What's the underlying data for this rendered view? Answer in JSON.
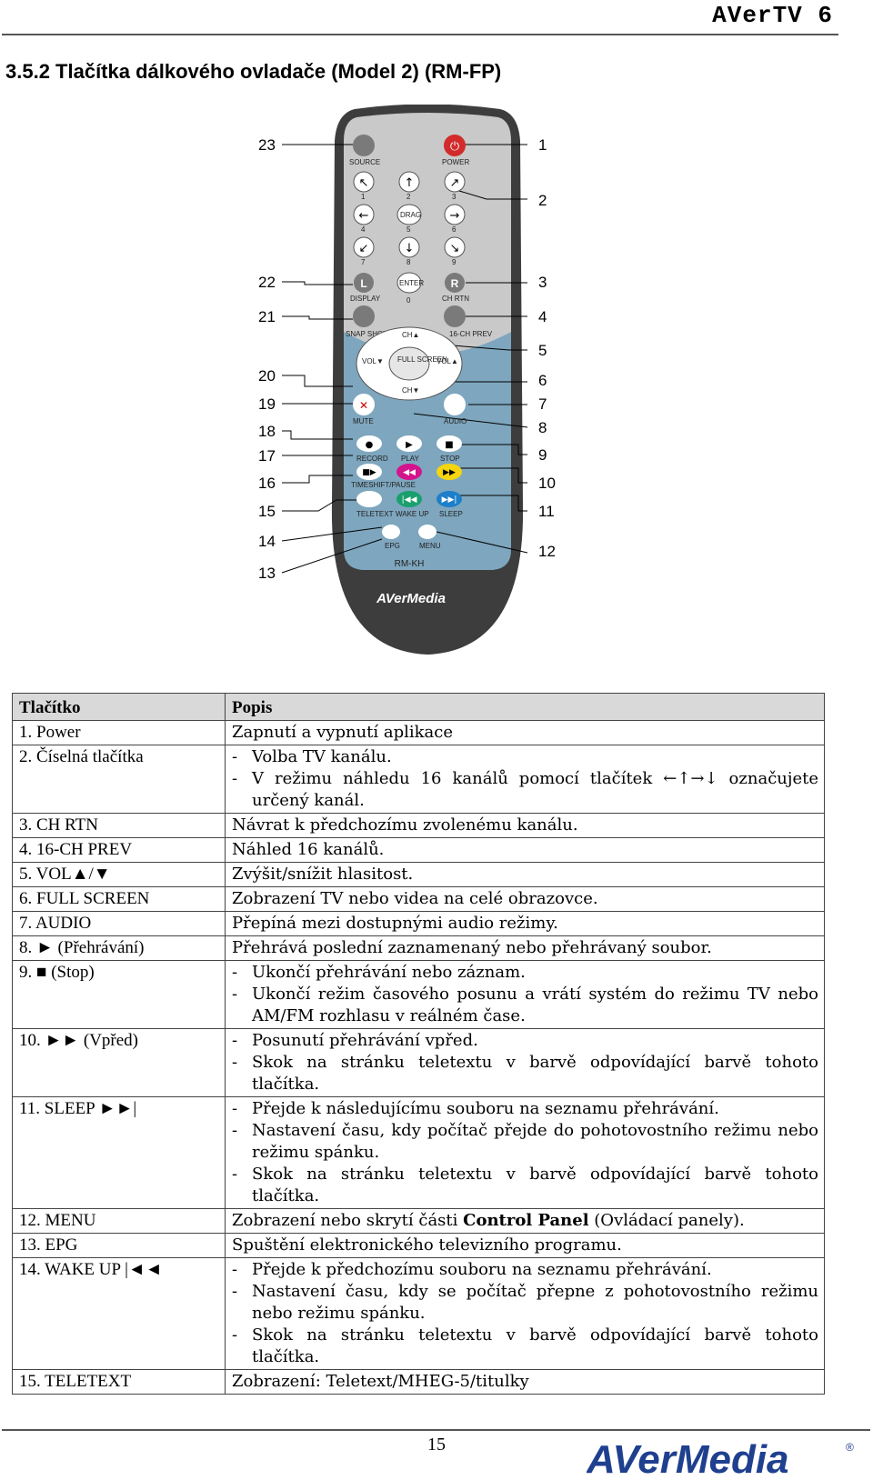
{
  "header": {
    "title": "AVerTV 6"
  },
  "section": {
    "title": "3.5.2  Tlačítka dálkového ovladače (Model 2) (RM-FP)"
  },
  "remote": {
    "model": "RM-KH",
    "brand": "AVerMedia",
    "left_callouts": [
      "23",
      "22",
      "21",
      "20",
      "19",
      "18",
      "17",
      "16",
      "15",
      "14",
      "13"
    ],
    "right_callouts": [
      "1",
      "2",
      "3",
      "4",
      "5",
      "6",
      "7",
      "8",
      "9",
      "10",
      "11",
      "12"
    ],
    "button_labels": {
      "source": "SOURCE",
      "power": "POWER",
      "drag": "DRAG",
      "enter": "ENTER",
      "display": "DISPLAY",
      "chrtn": "CH RTN",
      "snapshot": "SNAP SHOT",
      "prev": "16-CH PREV",
      "ch_up": "CH▲",
      "ch_down": "CH▼",
      "vol_down": "VOL▼",
      "vol_up": "VOL▲",
      "full_screen": "FULL SCREEN",
      "mute": "MUTE",
      "audio": "AUDIO",
      "record": "RECORD",
      "play": "PLAY",
      "stop": "STOP",
      "timeshift": "TIMESHIFT/PAUSE",
      "teletext": "TELETEXT",
      "wakeup": "WAKE UP",
      "sleep": "SLEEP",
      "epg": "EPG",
      "menu": "MENU",
      "l": "L",
      "r": "R",
      "zero": "0",
      "digits": [
        "1",
        "2",
        "3",
        "4",
        "5",
        "6",
        "7",
        "8",
        "9"
      ]
    }
  },
  "table": {
    "headers": [
      "Tlačítko",
      "Popis"
    ],
    "rows": [
      {
        "key": "1. Power",
        "lines": [
          "Zapnutí a vypnutí aplikace"
        ],
        "bullets": false
      },
      {
        "key": "2. Číselná tlačítka",
        "lines": [
          "Volba TV kanálu.",
          "V režimu náhledu 16 kanálů pomocí tlačítek ←↑→↓ označujete určený kanál."
        ],
        "bullets": true
      },
      {
        "key": "3. CH RTN",
        "lines": [
          "Návrat k předchozímu zvolenému kanálu."
        ],
        "bullets": false
      },
      {
        "key": "4. 16-CH PREV",
        "lines": [
          "Náhled 16 kanálů."
        ],
        "bullets": false
      },
      {
        "key": "5. VOL▲/▼",
        "lines": [
          "Zvýšit/snížit hlasitost."
        ],
        "bullets": false
      },
      {
        "key": "6. FULL SCREEN",
        "lines": [
          "Zobrazení TV nebo videa na celé obrazovce."
        ],
        "bullets": false
      },
      {
        "key": "7. AUDIO",
        "lines": [
          "Přepíná mezi dostupnými audio režimy."
        ],
        "bullets": false
      },
      {
        "key": "8. ► (Přehrávání)",
        "lines": [
          "Přehrává poslední zaznamenaný nebo přehrávaný soubor."
        ],
        "bullets": false
      },
      {
        "key": "9. ■ (Stop)",
        "lines": [
          "Ukončí přehrávání nebo záznam.",
          "Ukončí režim časového posunu a vrátí systém do režimu TV nebo AM/FM rozhlasu v reálném čase."
        ],
        "bullets": true
      },
      {
        "key": "10. ►► (Vpřed)",
        "lines": [
          "Posunutí přehrávání vpřed.",
          "Skok na stránku teletextu v barvě odpovídající barvě tohoto tlačítka."
        ],
        "bullets": true
      },
      {
        "key": "11. SLEEP ►►|",
        "lines": [
          "Přejde k následujícímu souboru na seznamu přehrávání.",
          "Nastavení času, kdy počítač přejde do pohotovostního režimu nebo režimu spánku.",
          "Skok na stránku teletextu v barvě odpovídající barvě tohoto tlačítka."
        ],
        "bullets": true
      },
      {
        "key": "12. MENU",
        "lines": [
          "Zobrazení nebo skrytí části Control Panel (Ovládací panely)."
        ],
        "bullets": false
      },
      {
        "key": "13. EPG",
        "lines": [
          "Spuštění elektronického televizního programu."
        ],
        "bullets": false
      },
      {
        "key": "14. WAKE UP |◄◄",
        "lines": [
          "Přejde k předchozímu souboru na seznamu přehrávání.",
          "Nastavení času, kdy se počítač přepne z pohotovostního režimu nebo režimu spánku.",
          "Skok na stránku teletextu v barvě odpovídající barvě tohoto tlačítka."
        ],
        "bullets": true
      },
      {
        "key": "15. TELETEXT",
        "lines": [
          "Zobrazení: Teletext/MHEG-5/titulky"
        ],
        "bullets": false
      }
    ]
  },
  "footer": {
    "page": "15",
    "brand": "AVerMedia",
    "mark": "®"
  }
}
